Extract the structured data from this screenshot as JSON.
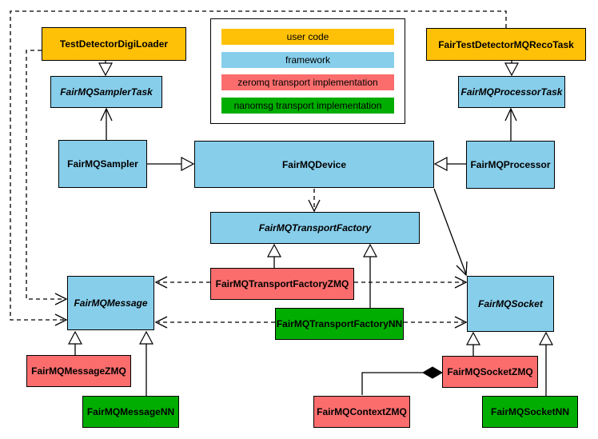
{
  "colors": {
    "user_code": "#FFC107",
    "framework": "#87CEEB",
    "zeromq": "#FB6D6D",
    "nanomsg": "#00AD00",
    "line": "#000000",
    "canvas": "#FFFFFF"
  },
  "legend": {
    "items": [
      {
        "label": "user code",
        "color": "#FFC107"
      },
      {
        "label": "framework",
        "color": "#87CEEB"
      },
      {
        "label": "zeromq transport implementation",
        "color": "#FB6D6D"
      },
      {
        "label": "nanomsg transport implementation",
        "color": "#00AD00"
      }
    ]
  },
  "nodes": {
    "test_detector_digi_loader": {
      "label": "TestDetectorDigiLoader",
      "layer": "user code",
      "abstract": false
    },
    "fair_test_detector_mq_reco_task": {
      "label": "FairTestDetectorMQRecoTask",
      "layer": "user code",
      "abstract": false
    },
    "fairmq_sampler_task": {
      "label": "FairMQSamplerTask",
      "layer": "framework",
      "abstract": true
    },
    "fairmq_processor_task": {
      "label": "FairMQProcessorTask",
      "layer": "framework",
      "abstract": true
    },
    "fairmq_sampler": {
      "label": "FairMQSampler",
      "layer": "framework",
      "abstract": false
    },
    "fairmq_device": {
      "label": "FairMQDevice",
      "layer": "framework",
      "abstract": false
    },
    "fairmq_processor": {
      "label": "FairMQProcessor",
      "layer": "framework",
      "abstract": false
    },
    "fairmq_transport_factory": {
      "label": "FairMQTransportFactory",
      "layer": "framework",
      "abstract": true
    },
    "fairmq_transport_factory_zmq": {
      "label": "FairMQTransportFactoryZMQ",
      "layer": "zeromq",
      "abstract": false
    },
    "fairmq_transport_factory_nn": {
      "label": "FairMQTransportFactoryNN",
      "layer": "nanomsg",
      "abstract": false
    },
    "fairmq_message": {
      "label": "FairMQMessage",
      "layer": "framework",
      "abstract": true
    },
    "fairmq_socket": {
      "label": "FairMQSocket",
      "layer": "framework",
      "abstract": true
    },
    "fairmq_message_zmq": {
      "label": "FairMQMessageZMQ",
      "layer": "zeromq",
      "abstract": false
    },
    "fairmq_message_nn": {
      "label": "FairMQMessageNN",
      "layer": "nanomsg",
      "abstract": false
    },
    "fairmq_context_zmq": {
      "label": "FairMQContextZMQ",
      "layer": "zeromq",
      "abstract": false
    },
    "fairmq_socket_zmq": {
      "label": "FairMQSocketZMQ",
      "layer": "zeromq",
      "abstract": false
    },
    "fairmq_socket_nn": {
      "label": "FairMQSocketNN",
      "layer": "nanomsg",
      "abstract": false
    }
  },
  "edges": [
    {
      "from": "TestDetectorDigiLoader",
      "to": "FairMQSamplerTask",
      "type": "inheritance"
    },
    {
      "from": "FairTestDetectorMQRecoTask",
      "to": "FairMQProcessorTask",
      "type": "inheritance"
    },
    {
      "from": "FairMQSampler",
      "to": "FairMQDevice",
      "type": "inheritance"
    },
    {
      "from": "FairMQProcessor",
      "to": "FairMQDevice",
      "type": "inheritance"
    },
    {
      "from": "FairMQSampler",
      "to": "FairMQSamplerTask",
      "type": "association"
    },
    {
      "from": "FairMQProcessor",
      "to": "FairMQProcessorTask",
      "type": "association"
    },
    {
      "from": "FairMQDevice",
      "to": "FairMQTransportFactory",
      "type": "dependency"
    },
    {
      "from": "FairMQDevice",
      "to": "FairMQSocket",
      "type": "association"
    },
    {
      "from": "FairMQTransportFactoryZMQ",
      "to": "FairMQTransportFactory",
      "type": "inheritance"
    },
    {
      "from": "FairMQTransportFactoryNN",
      "to": "FairMQTransportFactory",
      "type": "inheritance"
    },
    {
      "from": "FairMQTransportFactoryZMQ",
      "to": "FairMQMessage",
      "type": "dependency"
    },
    {
      "from": "FairMQTransportFactoryZMQ",
      "to": "FairMQSocket",
      "type": "dependency"
    },
    {
      "from": "FairMQTransportFactoryNN",
      "to": "FairMQMessage",
      "type": "dependency"
    },
    {
      "from": "FairMQTransportFactoryNN",
      "to": "FairMQSocket",
      "type": "dependency"
    },
    {
      "from": "FairMQMessageZMQ",
      "to": "FairMQMessage",
      "type": "inheritance"
    },
    {
      "from": "FairMQMessageNN",
      "to": "FairMQMessage",
      "type": "inheritance"
    },
    {
      "from": "FairMQSocketZMQ",
      "to": "FairMQSocket",
      "type": "inheritance"
    },
    {
      "from": "FairMQSocketNN",
      "to": "FairMQSocket",
      "type": "inheritance"
    },
    {
      "from": "FairMQSocketZMQ",
      "to": "FairMQContextZMQ",
      "type": "composition"
    },
    {
      "from": "TestDetectorDigiLoader",
      "to": "FairMQMessage",
      "type": "dependency"
    },
    {
      "from": "FairTestDetectorMQRecoTask",
      "to": "FairMQMessage",
      "type": "dependency"
    }
  ]
}
